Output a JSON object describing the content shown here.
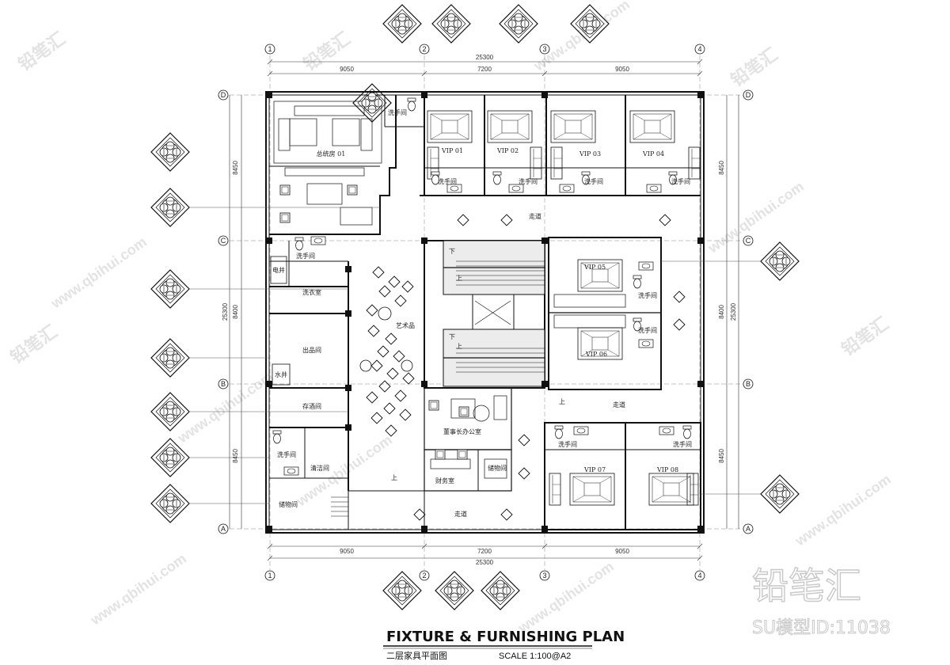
{
  "plan": {
    "title": "FIXTURE & FURNISHING PLAN",
    "subtitle": "二层家具平面图",
    "scale": "SCALE   1:100@A2"
  },
  "dimensions": {
    "top_total": "25300",
    "top_segments": [
      "9050",
      "7200",
      "9050"
    ],
    "bottom_total": "25300",
    "bottom_segments": [
      "9050",
      "7200",
      "9050"
    ],
    "left_total": "25300",
    "left_segments": [
      "8450",
      "8400",
      "8450"
    ],
    "right_total": "25300",
    "right_segments": [
      "8450",
      "8400",
      "8450"
    ]
  },
  "axes": {
    "columns": [
      "1",
      "2",
      "3",
      "4"
    ],
    "rows": [
      "D",
      "C",
      "B",
      "A"
    ]
  },
  "rooms": {
    "president_suite": "总统房 01",
    "washroom": "洗手间",
    "vip01": "VIP 01",
    "vip02": "VIP 02",
    "vip03": "VIP 03",
    "vip04": "VIP 04",
    "vip05": "VIP 05",
    "vip06": "VIP 06",
    "vip07": "VIP 07",
    "vip08": "VIP 08",
    "corridor": "走道",
    "elec_shaft": "电井",
    "laundry": "洗衣室",
    "goods_room": "出品间",
    "water_shaft": "水井",
    "wine_room": "存酒间",
    "cleaning_room": "清洁间",
    "storage_room": "储物间",
    "art_display": "艺术品",
    "chairman_office": "董事长办公室",
    "finance_room": "财务室",
    "up": "上",
    "down": "下"
  },
  "branding": {
    "logo": "铅笔汇",
    "model_id": "SU模型ID:11038",
    "watermark_url": "www.qbihui.com"
  },
  "colors": {
    "line": "#1a1a1a",
    "accent_line": "#555555",
    "watermark": "#e3e3e3"
  }
}
